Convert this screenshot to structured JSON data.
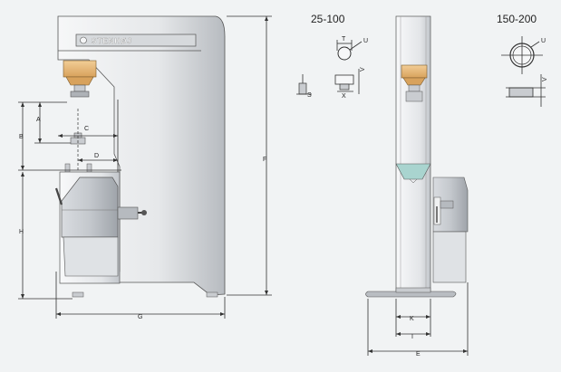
{
  "diagram": {
    "size_labels": {
      "range_small": "25-100",
      "range_large": "150-200"
    },
    "brand_plate": "STENHØJ",
    "dimension_labels": {
      "A": "A",
      "B": "B",
      "C": "C",
      "D": "D",
      "E": "E",
      "F": "F",
      "G": "G",
      "H": "H",
      "I": "I",
      "K": "K",
      "S": "S",
      "T": "T",
      "U": "U",
      "V": "V",
      "X": "X"
    },
    "colors": {
      "background": "#f1f3f4",
      "body_light": "#eef0f2",
      "body_shade": "#b9bdc2",
      "tool_orange": "#e8b87a",
      "line": "#333333"
    }
  }
}
